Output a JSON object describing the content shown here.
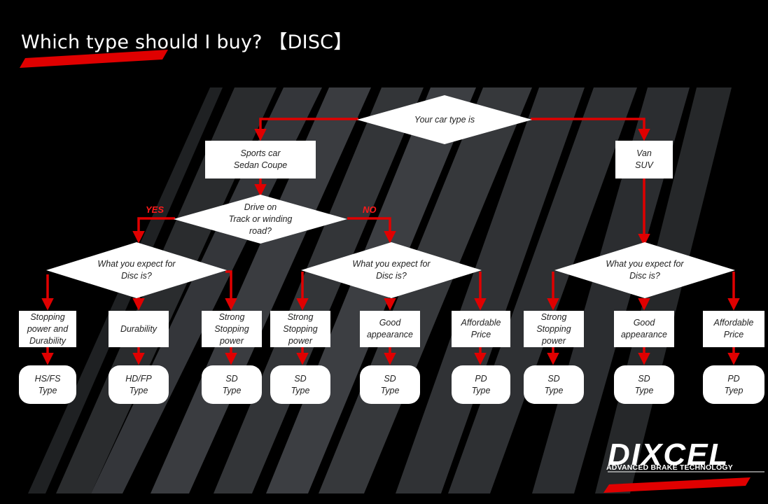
{
  "title": "Which type should I buy?  【DISC】",
  "colors": {
    "accent": "#e00000",
    "background": "#000000",
    "node_fill": "#ffffff"
  },
  "nodes": {
    "car_type": {
      "lines": [
        "Your car type is"
      ]
    },
    "sports": {
      "lines": [
        "Sports car",
        "Sedan Coupe"
      ]
    },
    "van": {
      "lines": [
        "Van",
        "SUV"
      ]
    },
    "track": {
      "lines": [
        "Drive on",
        "Track or winding",
        "road?"
      ]
    },
    "expect_left": {
      "lines": [
        "What you expect for",
        "Disc is?"
      ]
    },
    "expect_mid": {
      "lines": [
        "What you expect for",
        "Disc is?"
      ]
    },
    "expect_right": {
      "lines": [
        "What you expect for",
        "Disc is?"
      ]
    },
    "opt_1": {
      "lines": [
        "Stopping",
        "power and",
        "Durability"
      ]
    },
    "opt_2": {
      "lines": [
        "Durability"
      ]
    },
    "opt_3": {
      "lines": [
        "Strong",
        "Stopping",
        "power"
      ]
    },
    "opt_4": {
      "lines": [
        "Strong",
        "Stopping",
        "power"
      ]
    },
    "opt_5": {
      "lines": [
        "Good",
        "appearance"
      ]
    },
    "opt_6": {
      "lines": [
        "Affordable",
        "Price"
      ]
    },
    "opt_7": {
      "lines": [
        "Strong",
        "Stopping",
        "power"
      ]
    },
    "opt_8": {
      "lines": [
        "Good",
        "appearance"
      ]
    },
    "opt_9": {
      "lines": [
        "Affordable",
        "Price"
      ]
    },
    "res_1": {
      "lines": [
        "HS/FS",
        "Type"
      ]
    },
    "res_2": {
      "lines": [
        "HD/FP",
        "Type"
      ]
    },
    "res_3": {
      "lines": [
        "SD",
        "Type"
      ]
    },
    "res_4": {
      "lines": [
        "SD",
        "Type"
      ]
    },
    "res_5": {
      "lines": [
        "SD",
        "Type"
      ]
    },
    "res_6": {
      "lines": [
        "PD",
        "Type"
      ]
    },
    "res_7": {
      "lines": [
        "SD",
        "Type"
      ]
    },
    "res_8": {
      "lines": [
        "SD",
        "Type"
      ]
    },
    "res_9": {
      "lines": [
        "PD",
        "Tyep"
      ]
    }
  },
  "edge_labels": {
    "yes": "YES",
    "no": "NO"
  },
  "logo": {
    "name": "DIXCEL",
    "tagline": "ADVANCED BRAKE TECHNOLOGY"
  }
}
